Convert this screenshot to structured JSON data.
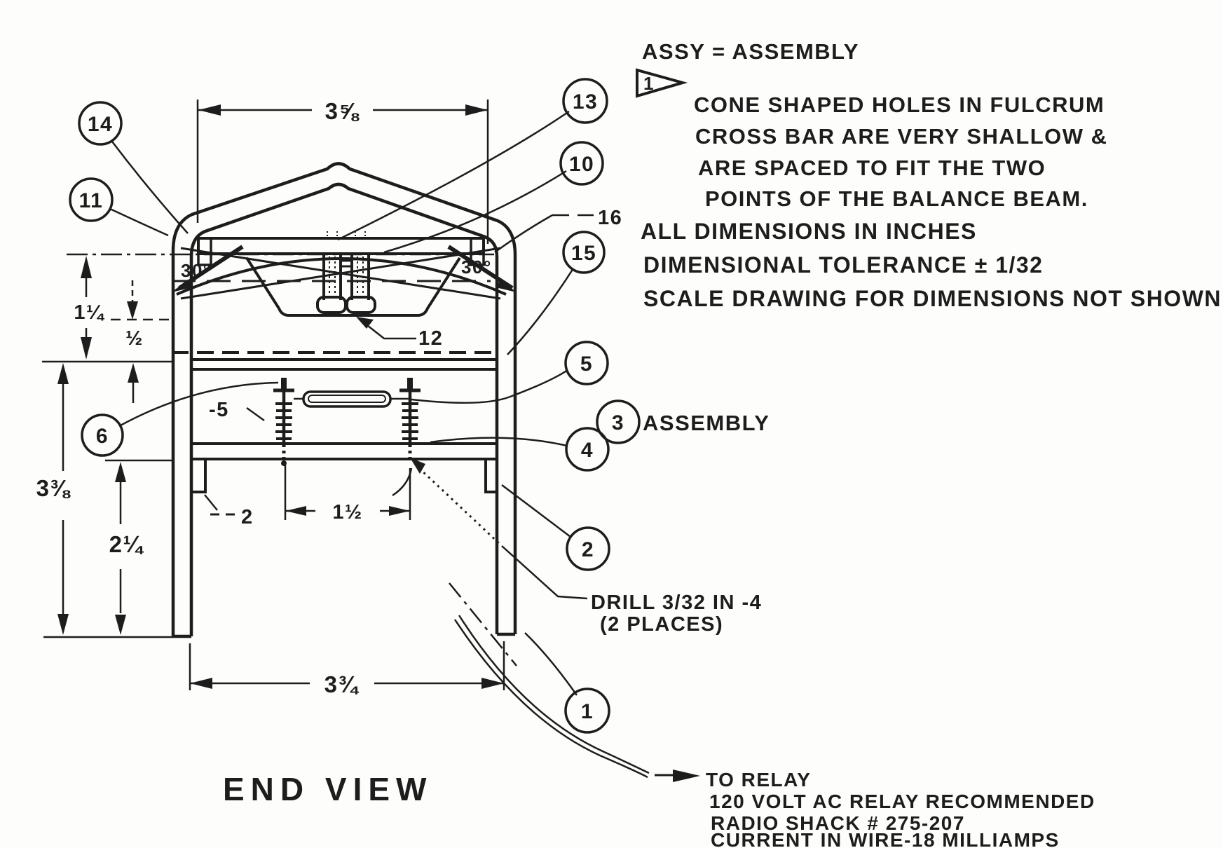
{
  "drawing": {
    "colors": {
      "ink": "#1d1d1d",
      "paper": "#fdfdfb"
    },
    "view_title": "END VIEW",
    "abbrev_note": "ASSY = ASSEMBLY",
    "flag": {
      "number": "1",
      "line1": "CONE SHAPED HOLES IN FULCRUM",
      "line2": "CROSS BAR ARE VERY SHALLOW &",
      "line3": "ARE SPACED TO FIT THE TWO",
      "line4": "POINTS OF THE BALANCE BEAM."
    },
    "general_notes": {
      "line1": "ALL DIMENSIONS IN INCHES",
      "line2": "DIMENSIONAL TOLERANCE ± 1/32",
      "line3": "SCALE DRAWING FOR DIMENSIONS NOT SHOWN"
    },
    "relay_note": {
      "line1": "TO RELAY",
      "line2": "120 VOLT AC RELAY RECOMMENDED",
      "line3": "RADIO SHACK # 275-207",
      "line4": "CURRENT IN WIRE-18 MILLIAMPS"
    },
    "drill_note": {
      "line1": "DRILL 3/32 IN -4",
      "line2": "(2 PLACES)"
    },
    "assembly_label": "ASSEMBLY",
    "dimensions": {
      "top_width": "3⅝",
      "bottom_width": "3¾",
      "bolt_spacing": "1½",
      "upper_offset": "1¼",
      "plate_gap": "½",
      "frame_height": "3⅜",
      "leg_height": "2¼",
      "angle_left": "30°",
      "angle_right": "30°"
    },
    "part_labels": {
      "center_pivot": "12",
      "foot_bracket": "2",
      "link": "-5",
      "ref16": "16"
    },
    "balloons": {
      "b1": "1",
      "b2": "2",
      "b3": "3",
      "b4": "4",
      "b5": "5",
      "b6": "6",
      "b10": "10",
      "b11": "11",
      "b13": "13",
      "b14": "14",
      "b15": "15"
    }
  }
}
